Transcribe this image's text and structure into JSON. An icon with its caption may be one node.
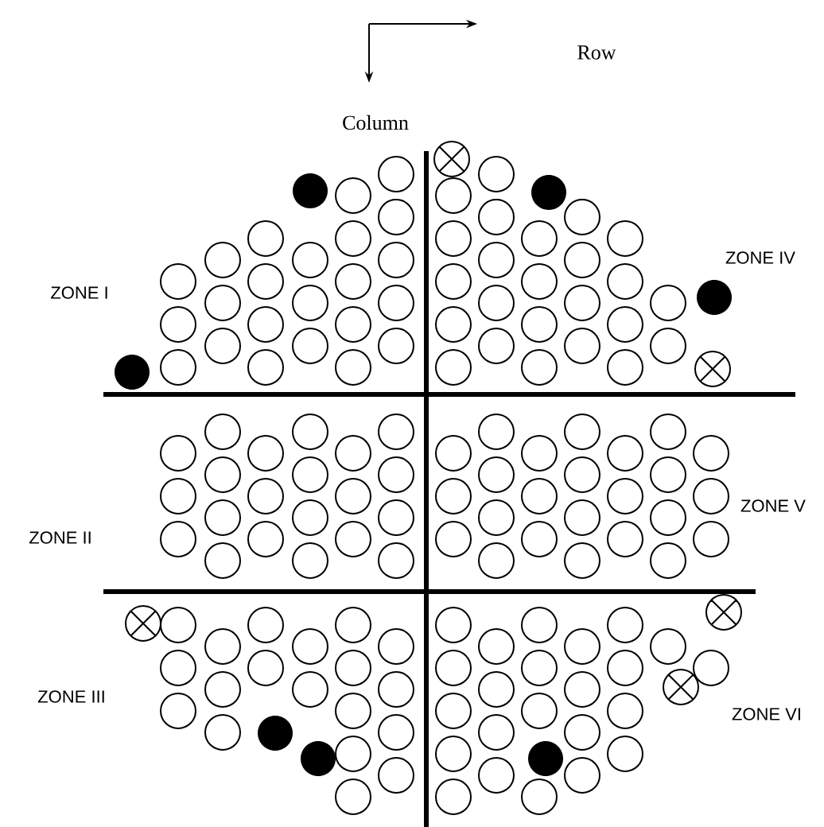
{
  "diagram": {
    "labels": [
      "Row",
      "Column",
      "ZONE I",
      "ZONE IV",
      "ZONE II",
      "ZONE V",
      "ZONE III",
      "ZONE VI"
    ]
  }
}
